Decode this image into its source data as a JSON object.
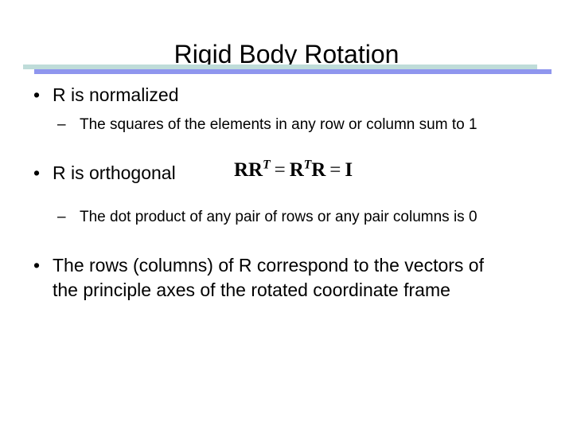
{
  "slide": {
    "title": "Rigid Body Rotation",
    "background_color": "#ffffff",
    "text_color": "#000000",
    "divider": {
      "top_bar_color": "#bfdcd9",
      "bottom_bar_color": "#8f96ee"
    },
    "markers": {
      "level1": "•",
      "level2": "–"
    },
    "content": [
      {
        "level": 1,
        "text": "R is normalized"
      },
      {
        "level": 2,
        "text": "The squares of the elements in any row or column sum to 1"
      },
      {
        "level": 1,
        "text": "R is orthogonal",
        "equation": {
          "base1": "RR",
          "sup1": "T",
          "op1": "=",
          "base2": "R",
          "sup2": "T",
          "base3": "R",
          "op2": "=",
          "identity": "I",
          "plain": "RR^T = R^T R = I"
        }
      },
      {
        "level": 2,
        "text": "The dot product of any pair of rows or any pair columns is 0"
      },
      {
        "level": 1,
        "text": "The rows (columns) of R correspond to the vectors of the principle axes of the rotated coordinate frame"
      }
    ]
  }
}
